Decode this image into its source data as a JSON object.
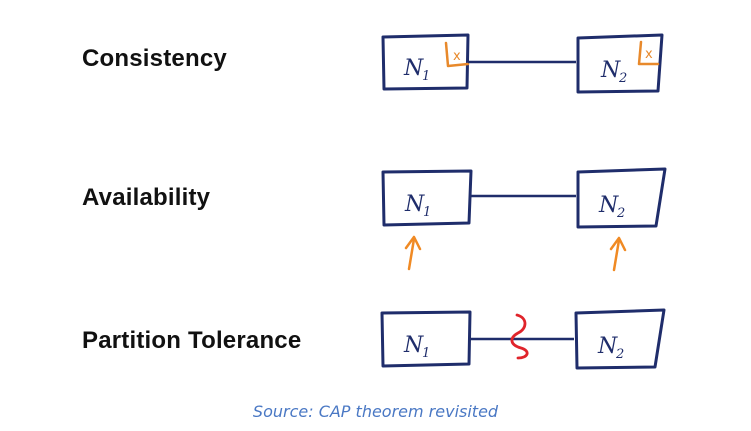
{
  "rows": [
    {
      "label": "Consistency"
    },
    {
      "label": "Availability"
    },
    {
      "label": "Partition Tolerance"
    }
  ],
  "nodes": {
    "n1": {
      "letter": "N",
      "sub": "1"
    },
    "n2": {
      "letter": "N",
      "sub": "2"
    }
  },
  "state_mark": "x",
  "caption": "Source: CAP theorem revisited",
  "colors": {
    "node_stroke": "#1f2d6b",
    "state_mark": "#e8892b",
    "request_arrow": "#f08a24",
    "partition_break": "#e0242b",
    "caption": "#4a78c4"
  },
  "icons": {
    "state": "boxed-x-icon",
    "request": "up-arrow-icon",
    "partition": "squiggle-break-icon"
  }
}
